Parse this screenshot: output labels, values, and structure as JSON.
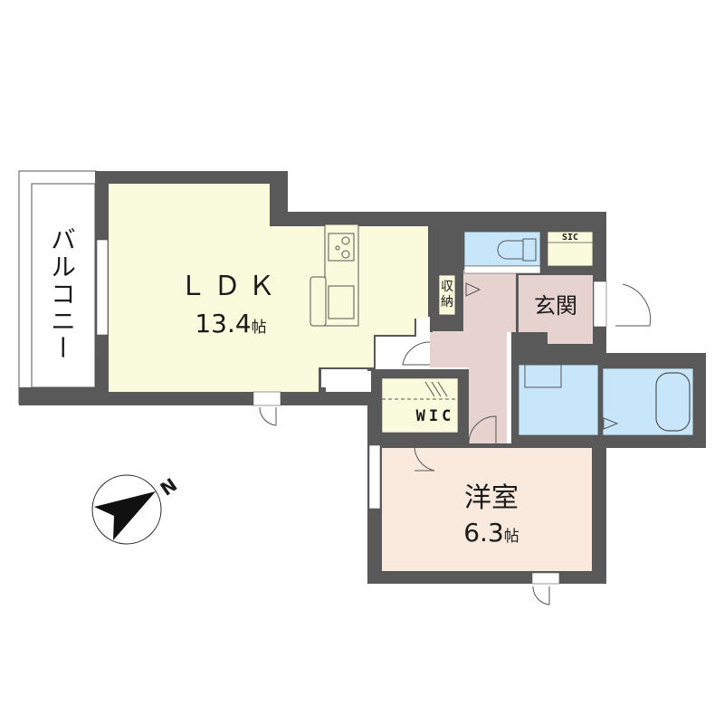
{
  "floor_plan": {
    "rooms": {
      "ldk": {
        "name": "ＬＤＫ",
        "size": "13.4",
        "unit": "帖",
        "color": "#fafadc"
      },
      "western_room": {
        "name": "洋室",
        "size": "6.3",
        "unit": "帖",
        "color": "#faeade"
      },
      "entrance": {
        "name": "玄関",
        "color": "#e6d2cf"
      },
      "storage": {
        "name": "収納"
      },
      "walk_in_closet": {
        "name": "WIC",
        "color": "#fafadc"
      },
      "shoe_closet": {
        "name": "SIC",
        "color": "#fafadc"
      },
      "balcony": {
        "name": "バルコニー",
        "color": "#ffffff"
      },
      "toilet": {
        "color": "#c7e6fa"
      },
      "washroom": {
        "color": "#c7e6fa"
      },
      "bathroom": {
        "color": "#c7e6fa"
      },
      "hallway": {
        "color": "#e6d2cf"
      }
    },
    "wall_color": "#595959",
    "compass": {
      "direction": "N",
      "label": "N"
    }
  }
}
